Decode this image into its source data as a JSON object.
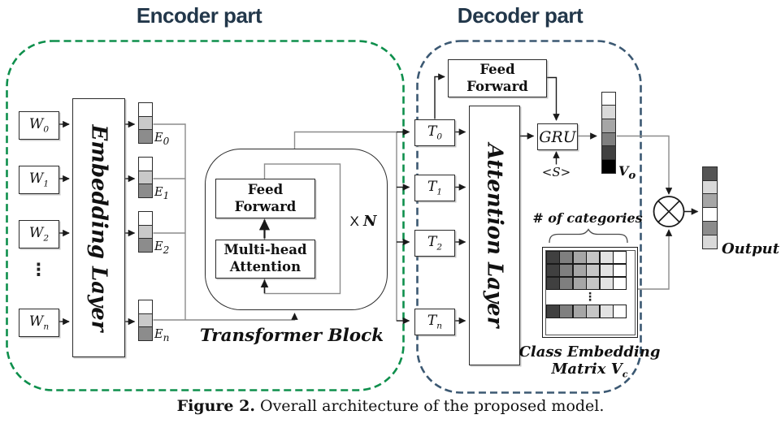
{
  "titles": {
    "encoder": "Encoder part",
    "decoder": "Decoder part"
  },
  "colors": {
    "encoder_border": "#0e8f4c",
    "decoder_border": "#3b5872",
    "title_text": "#22374a"
  },
  "encoder": {
    "w_items": [
      {
        "base": "W",
        "sub": "0"
      },
      {
        "base": "W",
        "sub": "1"
      },
      {
        "base": "W",
        "sub": "2"
      },
      {
        "base": "W",
        "sub": "n"
      }
    ],
    "dots": "⋮",
    "embedding_label": "Embedding Layer",
    "e_items": [
      {
        "base": "E",
        "sub": "0"
      },
      {
        "base": "E",
        "sub": "1"
      },
      {
        "base": "E",
        "sub": "2"
      },
      {
        "base": "E",
        "sub": "n"
      }
    ],
    "e_cell_colors": [
      "#ffffff",
      "#c9c9c9",
      "#8c8c8c"
    ]
  },
  "transformer": {
    "feed_forward_lines": [
      "Feed",
      "Forward"
    ],
    "multi_head_lines": [
      "Multi-head",
      "Attention"
    ],
    "repeat": {
      "prefix": "X",
      "n": "N"
    },
    "block_label": "Transformer Block"
  },
  "decoder": {
    "feed_forward_lines": [
      "Feed",
      "Forward"
    ],
    "t_items": [
      {
        "base": "T",
        "sub": "0"
      },
      {
        "base": "T",
        "sub": "1"
      },
      {
        "base": "T",
        "sub": "2"
      },
      {
        "base": "T",
        "sub": "n"
      }
    ],
    "attention_label": "Attention Layer",
    "gru_label": "GRU",
    "start_token": "<S>",
    "vo_label": {
      "base": "V",
      "sub": "o"
    },
    "vo_cell_colors": [
      "#ffffff",
      "#d9d9d9",
      "#a6a6a6",
      "#7f7f7f",
      "#404040",
      "#000000"
    ],
    "categories_label": "# of categories",
    "matrix_cell_colors": [
      "#404040",
      "#7f7f7f",
      "#a6a6a6",
      "#c6c6c6",
      "#e3e3e3",
      "#ffffff"
    ],
    "matrix_dots": "⋮",
    "class_matrix_line1": "Class Embedding",
    "class_matrix_line2": {
      "base": "Matrix V",
      "sub": "c"
    }
  },
  "output": {
    "label": "Output",
    "cell_colors": [
      "#555555",
      "#d9d9d9",
      "#a6a6a6",
      "#ffffff",
      "#8c8c8c",
      "#d9d9d9"
    ]
  },
  "caption": {
    "prefix": "Figure 2.",
    "text": " Overall architecture of the proposed model."
  }
}
